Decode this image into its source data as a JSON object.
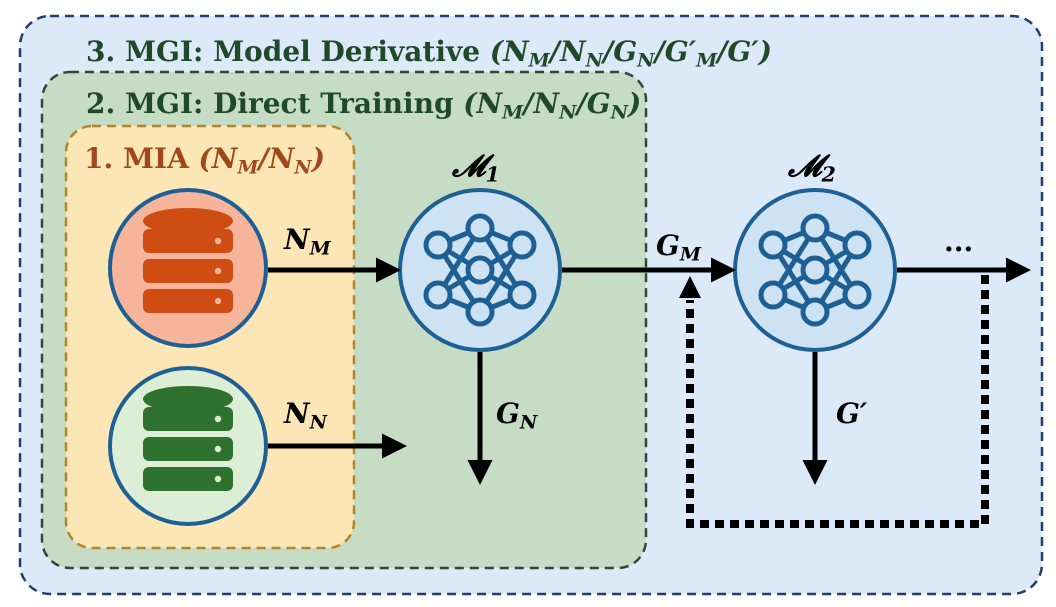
{
  "regions": {
    "model_derivative": {
      "title": "3. MGI: Model Derivative",
      "notation": "(N_M/N_N/G_N/G'_M/G')"
    },
    "direct_training": {
      "title": "2. MGI: Direct Training",
      "notation": "(N_M/N_N/G_N)"
    },
    "mia": {
      "title": "1. MIA",
      "notation": "(N_M/N_N)"
    }
  },
  "nodes": {
    "member_db": {
      "icon": "database-icon",
      "color": "#cf4d12",
      "bg": "#f6b49a"
    },
    "nonmember_db": {
      "icon": "database-icon",
      "color": "#2f7230",
      "bg": "#dcefd6"
    },
    "model_1": {
      "label": "𝓜",
      "sub": "1",
      "icon": "neural-network-icon"
    },
    "model_2": {
      "label": "𝓜",
      "sub": "2",
      "icon": "neural-network-icon"
    }
  },
  "edges": {
    "n_m": {
      "main": "N",
      "sub": "M"
    },
    "n_n": {
      "main": "N",
      "sub": "N"
    },
    "g_m": {
      "main": "G",
      "sub": "M"
    },
    "g_n": {
      "main": "G",
      "sub": "N"
    },
    "g_prime": {
      "main": "G′",
      "sub": ""
    },
    "continuation": "..."
  },
  "colors": {
    "outer_bg": "#dce9f8",
    "outer_border": "#1f3f6e",
    "middle_bg": "#c6dcc4",
    "middle_border": "#2f4a34",
    "inner_bg": "#fce6b5",
    "inner_border": "#b3842a",
    "model_fill": "#cde3f4",
    "model_stroke": "#1e5f94",
    "title_text": "#1f4a2a"
  }
}
